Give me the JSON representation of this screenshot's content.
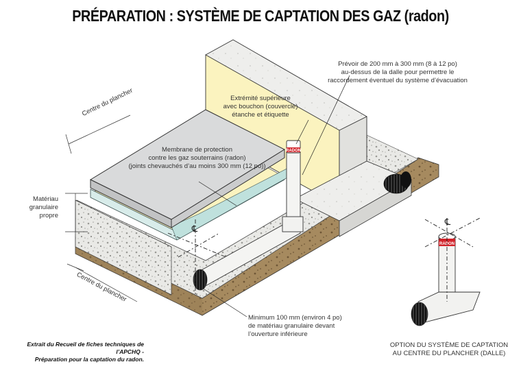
{
  "title": "PRÉPARATION : SYSTÈME DE CAPTATION DES GAZ (radon)",
  "labels": {
    "top_right": [
      "Prévoir de 200 mm à 300 mm (8 à 12 po)",
      "au-dessus de la dalle pour permettre le",
      "raccordement éventuel du système d’évacuation"
    ],
    "cap": [
      "Extrémité supérieure",
      "avec bouchon (couvercle)",
      "étanche et étiquette"
    ],
    "membrane": [
      "Membrane de protection",
      "contre les gaz souterrains (radon)",
      "(joints chevauchés d’au moins 300 mm (12 po))"
    ],
    "granular": [
      "Matériau",
      "granulaire",
      "propre"
    ],
    "centre_top": "Centre du plancher",
    "centre_bottom": "Centre du plancher",
    "minimum": [
      "Minimum 100 mm (environ 4 po)",
      "de matériau granulaire devant",
      "l’ouverture inférieure"
    ],
    "option": [
      "OPTION DU SYSTÈME DE CAPTATION",
      "AU CENTRE DU PLANCHER (DALLE)"
    ],
    "radon_tag": "RADON",
    "centerline": "℄"
  },
  "credit": [
    "Extrait du Recueil de fiches techniques de l’APCHQ -",
    "Préparation pour la captation du radon."
  ],
  "colors": {
    "slab": "#d9dadb",
    "wall_yellow": "#fbf3bf",
    "membrane": "#d8ecea",
    "gravel": "#e9e9e6",
    "soil": "#a68a5f",
    "concrete": "#eeeeec",
    "radon_red": "#d2232a"
  }
}
